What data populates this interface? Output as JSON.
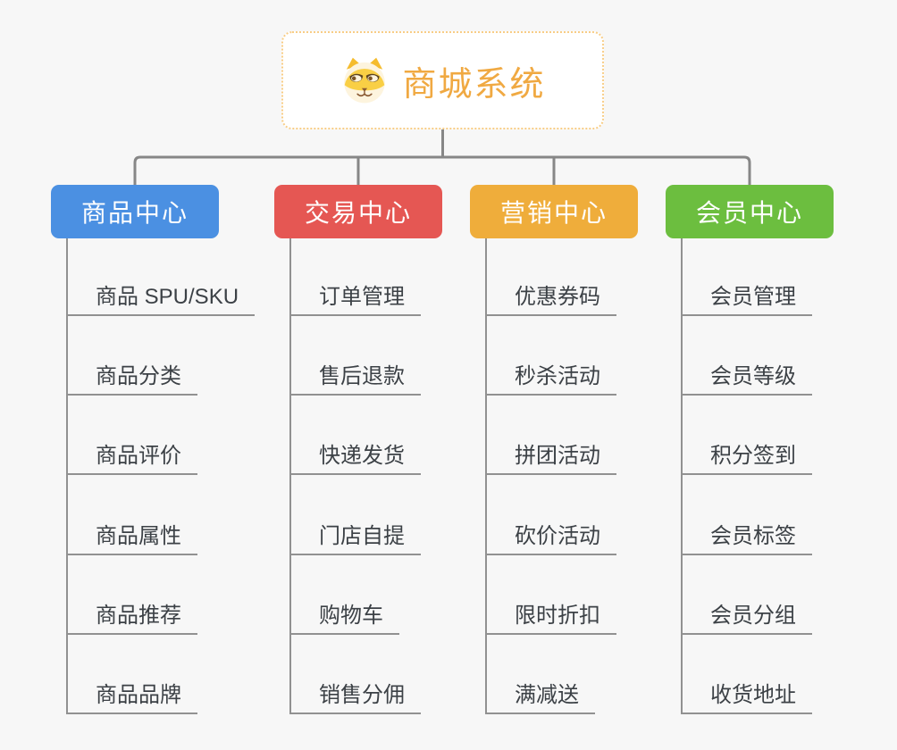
{
  "page": {
    "background": "#f7f7f7"
  },
  "root": {
    "title": "商城系统",
    "icon": "dog-face-icon",
    "title_color": "#f0a942",
    "border_color": "#f8cd86",
    "background": "#ffffff"
  },
  "connectors": {
    "tree_line_color": "#878787",
    "leaf_line_color": "#919191"
  },
  "leaf_text_color": "#3c4146",
  "branches": [
    {
      "label": "商品中心",
      "color": "#4b90e2",
      "children": [
        "商品 SPU/SKU",
        "商品分类",
        "商品评价",
        "商品属性",
        "商品推荐",
        "商品品牌"
      ]
    },
    {
      "label": "交易中心",
      "color": "#e55753",
      "children": [
        "订单管理",
        "售后退款",
        "快递发货",
        "门店自提",
        "购物车",
        "销售分佣"
      ]
    },
    {
      "label": "营销中心",
      "color": "#efad3b",
      "children": [
        "优惠券码",
        "秒杀活动",
        "拼团活动",
        "砍价活动",
        "限时折扣",
        "满减送"
      ]
    },
    {
      "label": "会员中心",
      "color": "#6cbe3f",
      "children": [
        "会员管理",
        "会员等级",
        "积分签到",
        "会员标签",
        "会员分组",
        "收货地址"
      ]
    }
  ]
}
